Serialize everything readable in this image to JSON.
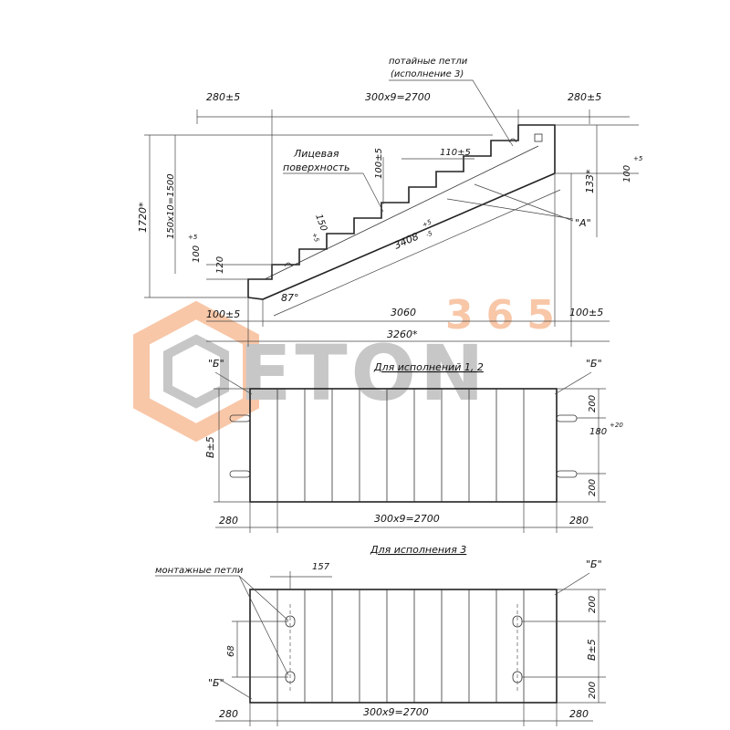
{
  "watermark": {
    "brand": "ETON",
    "number": "365",
    "color_orange": "#f6b58b",
    "color_gray": "#b5b5b5"
  },
  "elevation": {
    "hinge_note_line1": "потайные петли",
    "hinge_note_line2": "(исполнение 3)",
    "dim_top_left": "280±5",
    "dim_top_mid": "300x9=2700",
    "dim_top_right": "280±5",
    "face_label_line1": "Лицевая",
    "face_label_line2": "поверхность",
    "dim_100_5": "100±5",
    "dim_110_5": "110±5",
    "dim_1720": "1720*",
    "dim_150x10": "150х10=1500",
    "dim_150": "150",
    "dim_150_sup": "+5",
    "dim_3408": "3408",
    "dim_3408_sup_top": "+5",
    "dim_3408_sup_bot": "-5",
    "dim_100": "100",
    "dim_100_sup": "+5",
    "dim_120": "120",
    "dim_133": "133*",
    "dim_right_100": "100",
    "dim_right_100_sup": "+5",
    "label_A": "\"А\"",
    "angle": "87°",
    "dim_bottom_left": "100±5",
    "dim_bottom_3060": "3060",
    "dim_bottom_right": "100±5",
    "dim_bottom_3260": "3260*"
  },
  "plan12": {
    "title": "Для исполнений 1, 2",
    "label_B_left": "\"Б\"",
    "label_B_right": "\"Б\"",
    "dim_left": "B±5",
    "dim_right_top": "200",
    "dim_right_mid": "180",
    "dim_right_mid_sup": "+20",
    "dim_right_bot": "200",
    "dim_bottom_left": "280",
    "dim_bottom_mid": "300x9=2700",
    "dim_bottom_right": "280"
  },
  "plan3": {
    "title": "Для исполнения 3",
    "mount_note": "монтажные петли",
    "dim_157": "157",
    "label_B_right": "\"Б\"",
    "label_B_left": "\"Б\"",
    "dim_68": "68",
    "dim_right_top": "200",
    "dim_right_mid": "B±5",
    "dim_right_bot": "200",
    "dim_bottom_left": "280",
    "dim_bottom_mid": "300x9=2700",
    "dim_bottom_right": "280"
  }
}
